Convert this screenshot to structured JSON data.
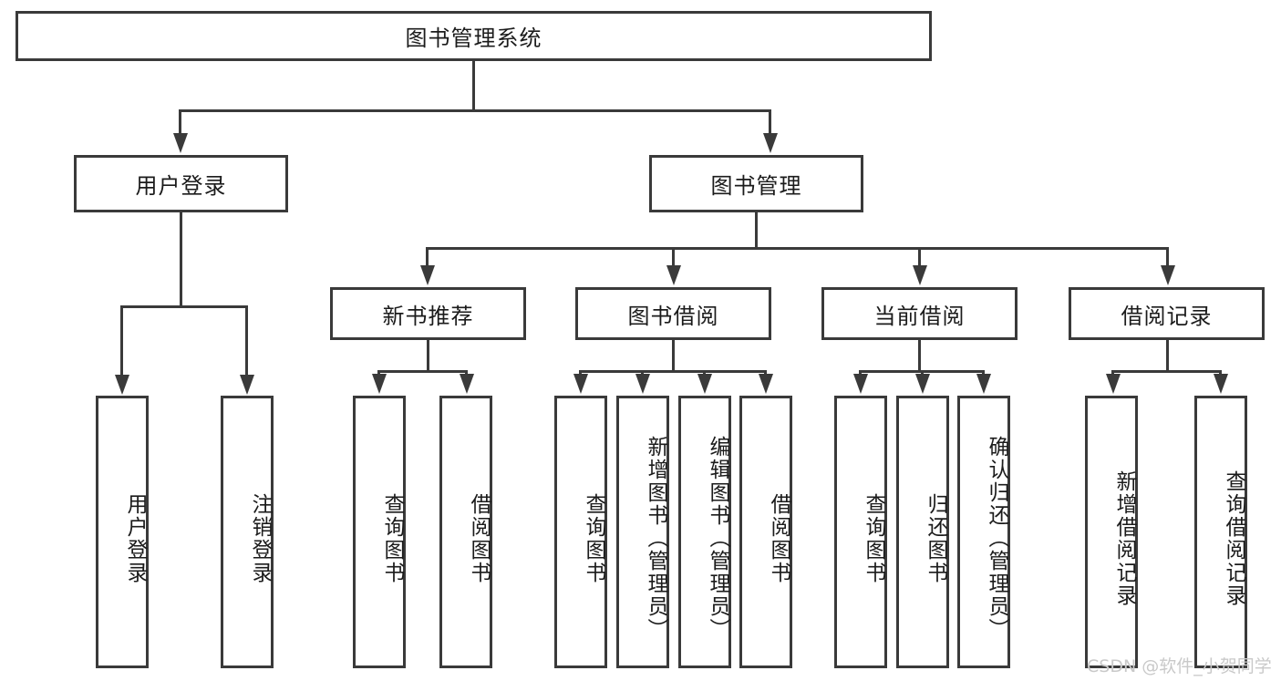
{
  "diagram": {
    "title": "图书管理系统",
    "type": "hierarchy-tree",
    "orientation": "top-down",
    "colors": {
      "stroke": "#3a3a3a",
      "fill": "#ffffff",
      "text": "#1b1b1b",
      "watermark": "#c9c9c9"
    },
    "levels": {
      "root": {
        "label": "图书管理系统"
      },
      "level2": [
        {
          "label": "用户登录"
        },
        {
          "label": "图书管理"
        }
      ],
      "level3": [
        {
          "label": "新书推荐"
        },
        {
          "label": "图书借阅"
        },
        {
          "label": "当前借阅"
        },
        {
          "label": "借阅记录"
        }
      ],
      "leaves": {
        "user_login": [
          {
            "label": "用户登录"
          },
          {
            "label": "注销登录"
          }
        ],
        "new_book_recommend": [
          {
            "label": "查询图书"
          },
          {
            "label": "借阅图书"
          }
        ],
        "book_borrow": [
          {
            "label": "查询图书"
          },
          {
            "label": "新增图书（管理员）"
          },
          {
            "label": "编辑图书（管理员）"
          },
          {
            "label": "借阅图书"
          }
        ],
        "current_borrow": [
          {
            "label": "查询图书"
          },
          {
            "label": "归还图书"
          },
          {
            "label": "确认归还（管理员）"
          }
        ],
        "borrow_record": [
          {
            "label": "新增借阅记录"
          },
          {
            "label": "查询借阅记录"
          }
        ]
      }
    },
    "watermark": "CSDN @软件_小贺同学"
  }
}
